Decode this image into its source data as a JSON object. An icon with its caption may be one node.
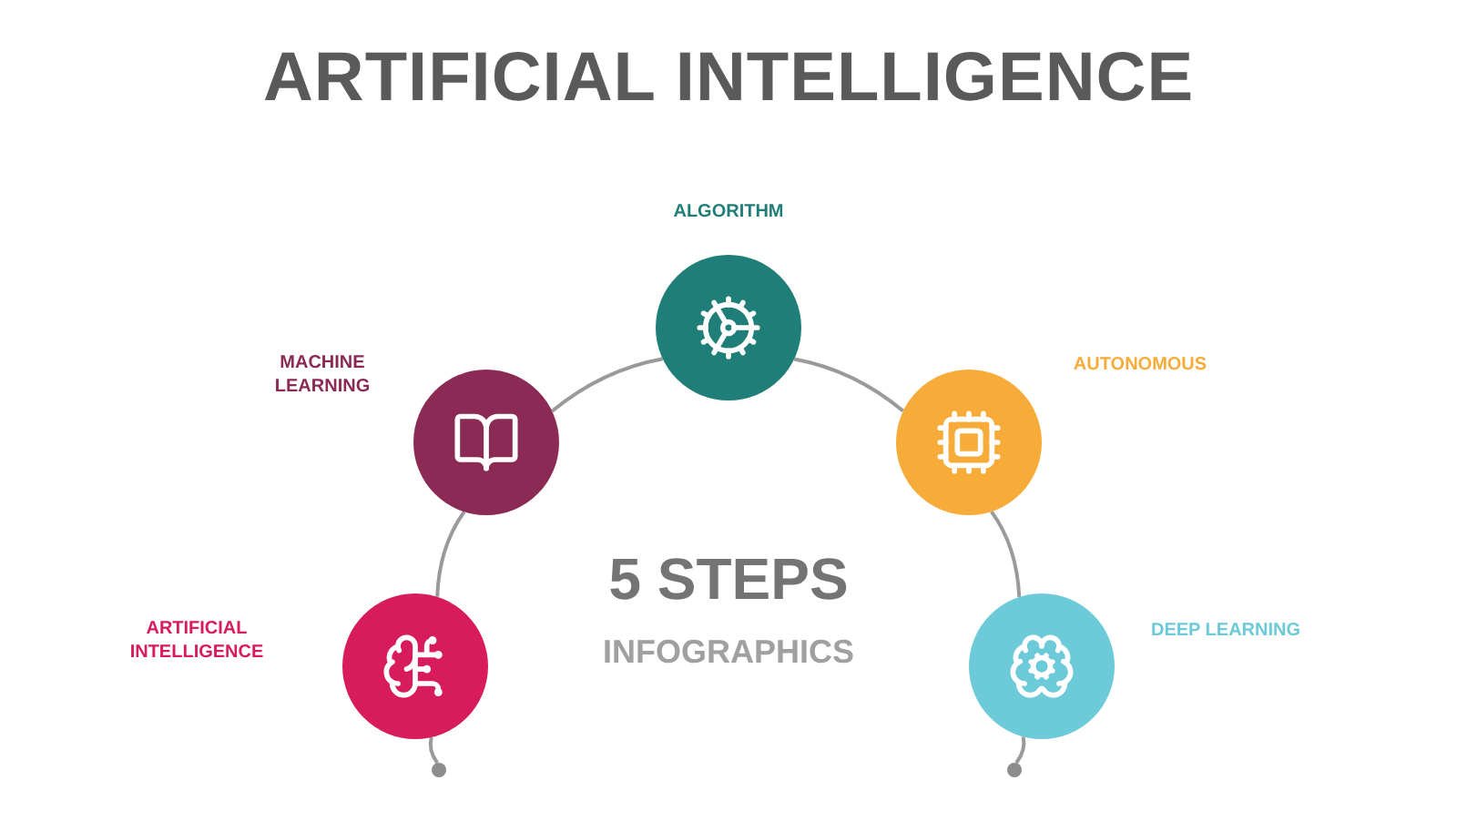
{
  "diagram": {
    "title": "ARTIFICIAL INTELLIGENCE",
    "nodes": [
      {
        "text": [
          "ARTIFICIAL INTELLIGENCE"
        ]
      },
      {
        "text": [
          "MACHINE LEARNING"
        ]
      },
      {
        "text": [
          "ALGORITHM"
        ]
      },
      {
        "text": [
          "AUTONOMOUS"
        ]
      },
      {
        "text": [
          "DEEP LEARNING"
        ]
      },
      {
        "text": [],
        "shape": "circle"
      },
      {
        "text": [],
        "shape": "circle"
      }
    ],
    "edges": [
      {
        "from": 0,
        "to": 1,
        "arrow": "none"
      },
      {
        "from": 1,
        "to": 2,
        "arrow": "none"
      },
      {
        "from": 2,
        "to": 3,
        "arrow": "none"
      },
      {
        "from": 3,
        "to": 4,
        "arrow": "none"
      },
      {
        "from": 0,
        "to": 5,
        "arrow": "none"
      },
      {
        "from": 4,
        "to": 6,
        "arrow": "none"
      }
    ],
    "labels": [
      "5 STEPS",
      "INFOGRAPHICS"
    ]
  }
}
